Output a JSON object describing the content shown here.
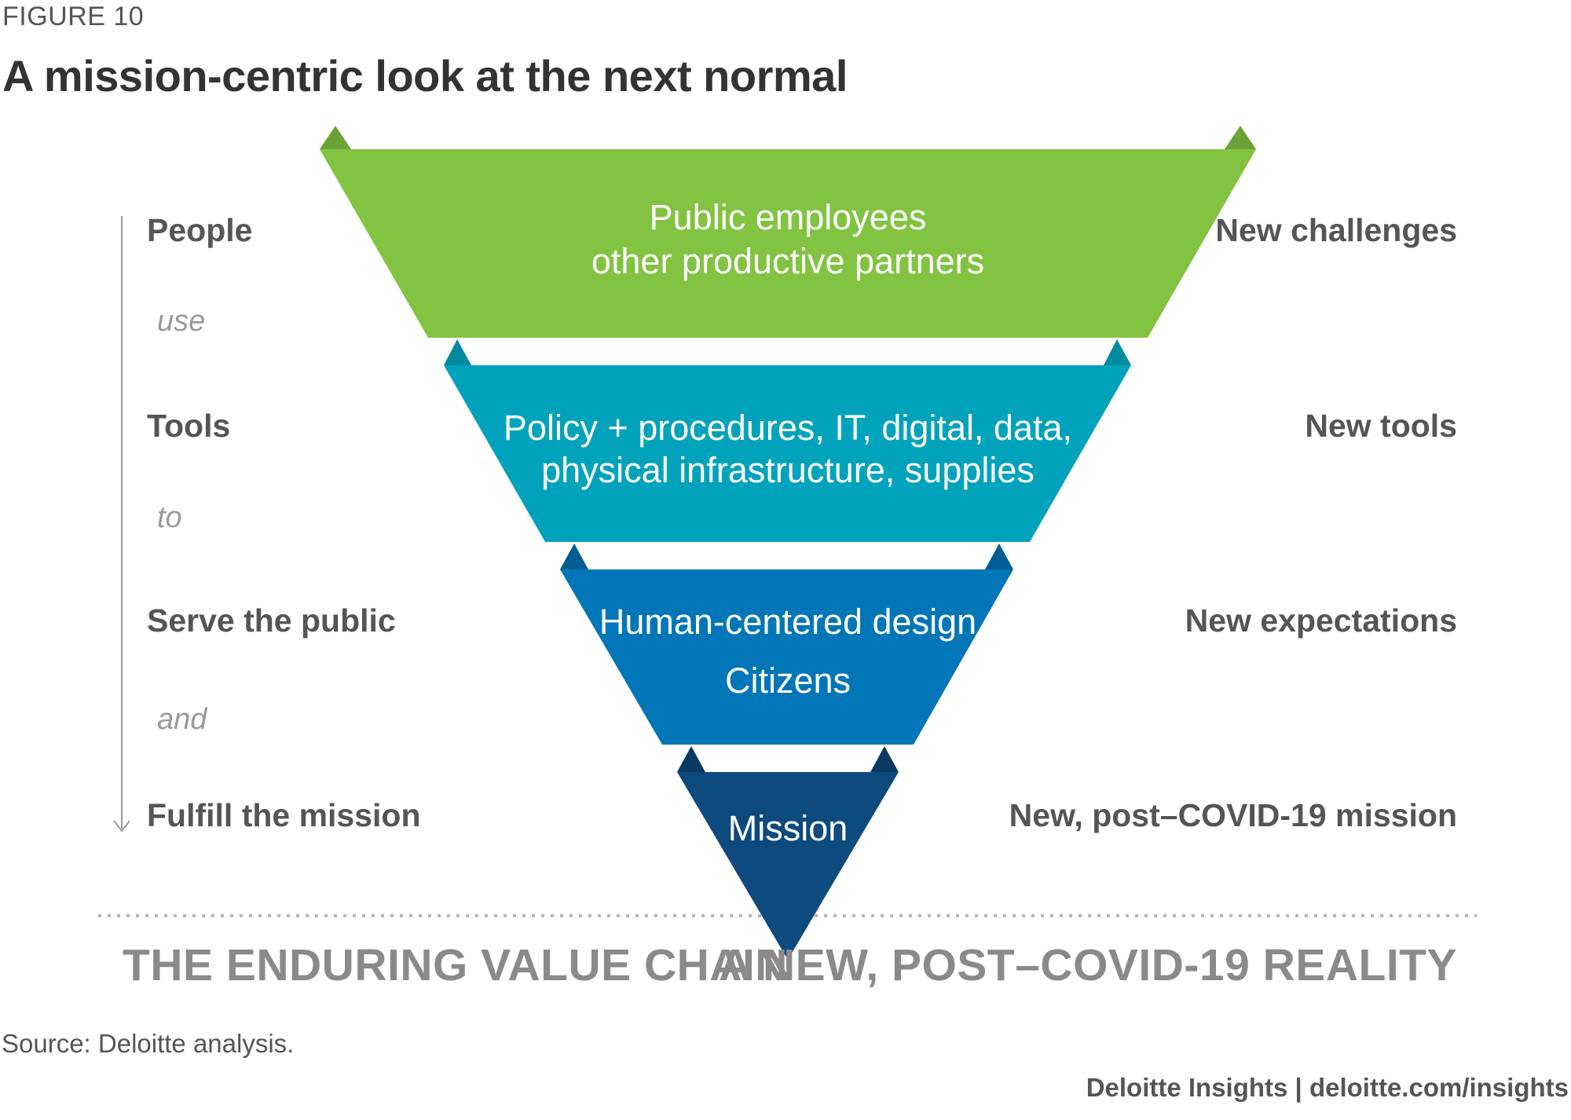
{
  "header": {
    "figure_label": "FIGURE 10",
    "title": "A mission-centric look at the next normal"
  },
  "left_chain": {
    "items": [
      {
        "label": "People",
        "connector": "use"
      },
      {
        "label": "Tools",
        "connector": "to"
      },
      {
        "label": "Serve the public",
        "connector": "and"
      },
      {
        "label": "Fulfill the mission"
      }
    ],
    "heading": "THE ENDURING VALUE CHAIN"
  },
  "right_chain": {
    "items": [
      "New challenges",
      "New tools",
      "New expectations",
      "New, post–COVID-19 mission"
    ],
    "heading": "A NEW, POST–COVID-19 REALITY"
  },
  "funnel": {
    "levels": [
      {
        "lines": [
          "Public employees",
          "other productive partners"
        ],
        "color": "#82c341",
        "tab_color": "#6aa336"
      },
      {
        "lines": [
          "Policy + procedures, IT, digital, data,",
          "physical infrastructure, supplies"
        ],
        "color": "#00a3bb",
        "tab_color": "#008aa0"
      },
      {
        "lines": [
          "Human-centered design",
          "Citizens"
        ],
        "color": "#0076b8",
        "tab_color": "#005d94"
      },
      {
        "lines": [
          "Mission"
        ],
        "color": "#0d4a7d",
        "tab_color": "#0a3a63"
      }
    ]
  },
  "footer": {
    "source": "Source: Deloitte analysis.",
    "brand": "Deloitte Insights | deloitte.com/insights"
  }
}
